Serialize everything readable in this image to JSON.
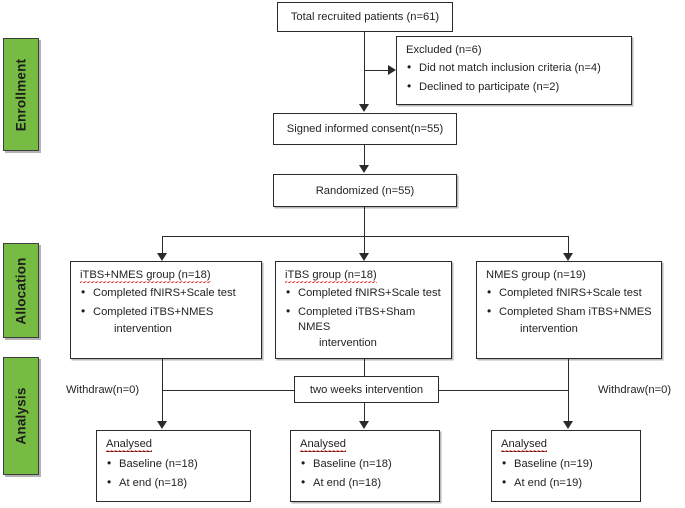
{
  "phases": [
    {
      "id": "enrollment",
      "label": "Enrollment"
    },
    {
      "id": "allocation",
      "label": "Allocation"
    },
    {
      "id": "analysis",
      "label": "Analysis"
    }
  ],
  "nodes": {
    "total_recruited": {
      "text": "Total recruited patients (n=61)"
    },
    "excluded": {
      "title": "Excluded (n=6)",
      "items": [
        "Did not match inclusion criteria (n=4)",
        "Declined to participate (n=2)"
      ]
    },
    "consent": {
      "text": "Signed informed consent(n=55)"
    },
    "randomized": {
      "text": "Randomized (n=55)"
    },
    "intervention_band": {
      "text": "two weeks intervention"
    }
  },
  "allocation_groups": [
    {
      "id": "itbs-nmes",
      "title": "iTBS+NMES group (n=18)",
      "items": [
        {
          "text": "Completed fNIRS+Scale test",
          "cont": ""
        },
        {
          "text": "Completed iTBS+NMES",
          "cont": "intervention"
        }
      ]
    },
    {
      "id": "itbs",
      "title": "iTBS group (n=18)",
      "items": [
        {
          "text": "Completed fNIRS+Scale test",
          "cont": ""
        },
        {
          "text": "Completed iTBS+Sham NMES",
          "cont": "intervention"
        }
      ]
    },
    {
      "id": "nmes",
      "title": "NMES group (n=19)",
      "items": [
        {
          "text": "Completed fNIRS+Scale test",
          "cont": ""
        },
        {
          "text": "Completed Sham iTBS+NMES",
          "cont": "intervention"
        }
      ]
    }
  ],
  "analysis_groups": [
    {
      "id": "analysed-left",
      "title": "Analysed",
      "items": [
        "Baseline (n=18)",
        "At end (n=18)"
      ]
    },
    {
      "id": "analysed-middle",
      "title": "Analysed",
      "items": [
        "Baseline (n=18)",
        "At end (n=18)"
      ]
    },
    {
      "id": "analysed-right",
      "title": "Analysed",
      "items": [
        "Baseline (n=19)",
        "At end (n=19)"
      ]
    }
  ],
  "withdraw": {
    "left": "Withdraw(n=0)",
    "right": "Withdraw(n=0)"
  },
  "colors": {
    "phase_green": "#76bc43",
    "box_border": "#2b2b2b",
    "text": "#231f20",
    "spellcheck_red": "#e8342a"
  }
}
